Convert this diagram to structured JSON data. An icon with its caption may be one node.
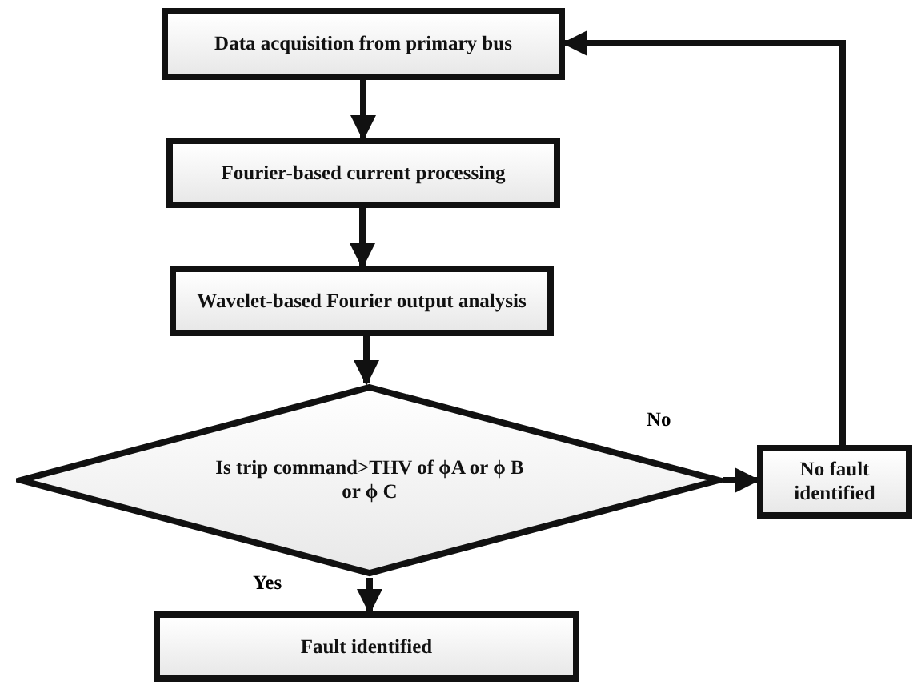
{
  "diagram": {
    "nodes": [
      {
        "text": [
          "Data acquisition from primary bus"
        ]
      },
      {
        "text": [
          "Fourier-based current processing"
        ]
      },
      {
        "text": [
          "Wavelet-based Fourier output analysis"
        ]
      },
      {
        "text": [
          "Is trip command>THV of ϕA or ϕ B or ϕ C"
        ]
      },
      {
        "text": [
          "No fault identified"
        ]
      },
      {
        "text": [
          "Fault identified"
        ]
      }
    ],
    "edges": [
      {
        "from": 0,
        "to": 1,
        "arrow": "to"
      },
      {
        "from": 1,
        "to": 2,
        "arrow": "to"
      },
      {
        "from": 2,
        "to": 3,
        "arrow": "to"
      },
      {
        "from": 3,
        "to": 4,
        "arrow": "to",
        "label": "No"
      },
      {
        "from": 3,
        "to": 5,
        "arrow": "to",
        "label": "Yes"
      },
      {
        "from": 4,
        "to": 0,
        "arrow": "to"
      }
    ]
  }
}
